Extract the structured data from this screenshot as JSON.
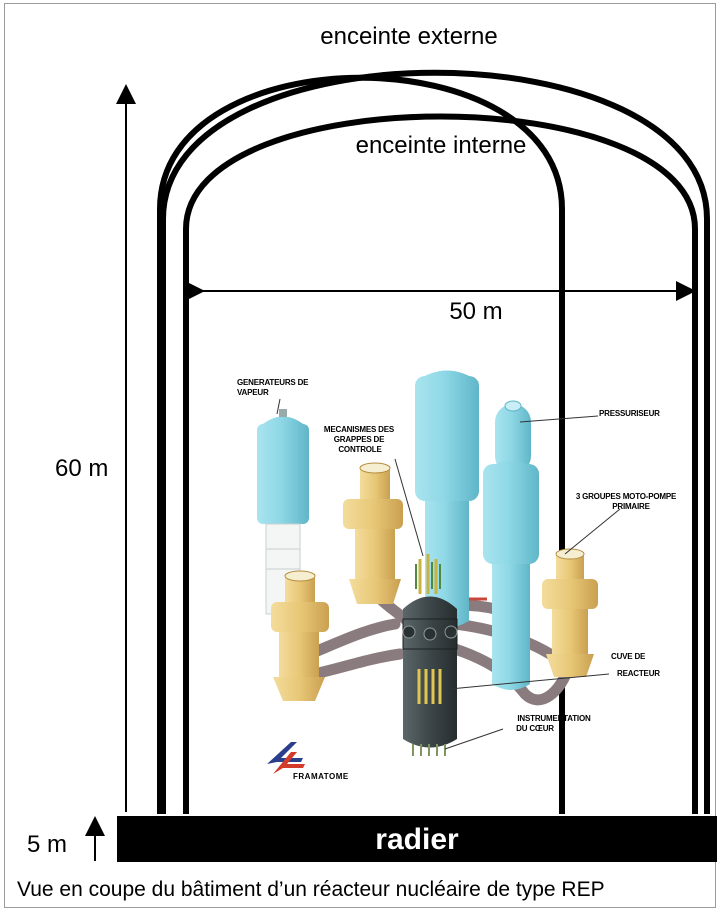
{
  "labels": {
    "outer_containment": "enceinte externe",
    "inner_containment": "enceinte interne",
    "width": "50 m",
    "height": "60 m",
    "base_height": "5 m",
    "foundation": "radier"
  },
  "components": {
    "steam_generators": [
      "GENERATEURS DE",
      "VAPEUR"
    ],
    "control_rods": [
      "MECANISMES DES",
      "GRAPPES DE",
      "CONTROLE"
    ],
    "pressurizer": [
      "PRESSURISEUR"
    ],
    "pumps": [
      "3 GROUPES MOTO-POMPE",
      "PRIMAIRE"
    ],
    "vessel": [
      "CUVE DE",
      "REACTEUR"
    ],
    "instrumentation": [
      "INSTRUMENTATION",
      "DU CŒUR"
    ]
  },
  "logo_text": "FRAMATOME",
  "caption": "Vue en coupe du bâtiment d’un réacteur nucléaire de type REP",
  "colors": {
    "vessel_blue": "#8fd8e6",
    "pump_yellow": "#e8c877",
    "pipe_gray": "#8a7c7e",
    "core_dark": "#3c4648",
    "logo_red": "#d23a2a",
    "logo_blue": "#2a3f8a"
  }
}
